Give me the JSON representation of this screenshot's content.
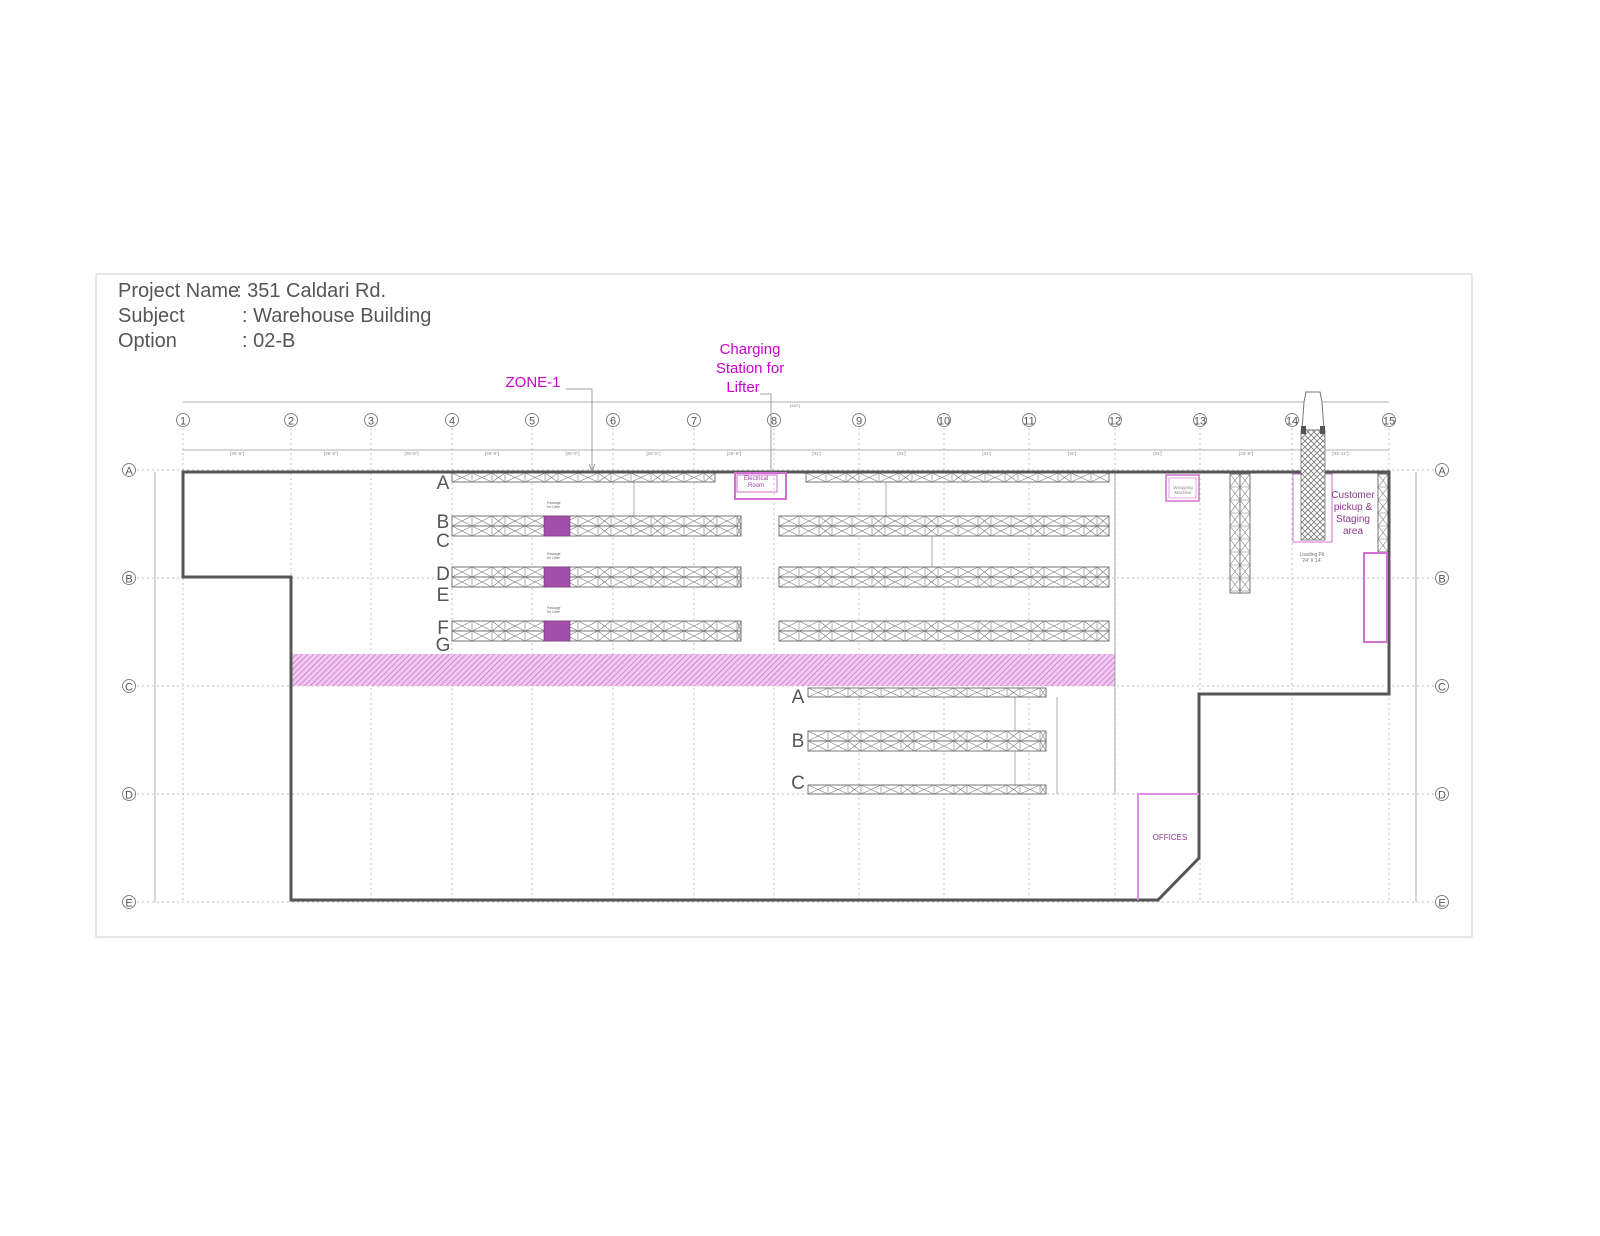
{
  "project": {
    "name_label": "Project Name",
    "name_value": ": 351 Caldari Rd.",
    "subject_label": "Subject",
    "subject_value": ": Warehouse Building",
    "option_label": "Option",
    "option_value": ": 02-B"
  },
  "annotations": {
    "zone": "ZONE-1",
    "charging_1": "Charging",
    "charging_2": "Station for",
    "charging_3": "Lifter",
    "electrical_1": "Electrical",
    "electrical_2": "Room",
    "wrapping_1": "Wrapping",
    "wrapping_2": "Machine",
    "customer_1": "Customer",
    "customer_2": "pickup &",
    "customer_3": "Staging",
    "customer_4": "area",
    "loading_1": "Loading Pit",
    "loading_2": "24' X 14'",
    "passage_1": "Passage",
    "passage_2": "for Lifter",
    "offices": "OFFICES"
  },
  "grid_columns": [
    "1",
    "2",
    "3",
    "4",
    "5",
    "6",
    "7",
    "8",
    "9",
    "10",
    "11",
    "12",
    "13",
    "14",
    "15"
  ],
  "grid_rows": [
    "A",
    "B",
    "C",
    "D",
    "E"
  ],
  "rack_rows_zone1": [
    "A",
    "B",
    "C",
    "D",
    "E",
    "F",
    "G"
  ],
  "rack_rows_lower": [
    "A",
    "B",
    "C"
  ],
  "column_dimensions": [
    "[35'-6\"]",
    "[26'-5\"]",
    "[26'-5\"]",
    "[26'-5\"]",
    "[26'-5\"]",
    "[26'-5\"]",
    "[26'-5\"]",
    "[31']",
    "[31']",
    "[31']",
    "[31']",
    "[31']",
    "[33'-5\"]",
    "[33'-11\"]"
  ],
  "overall_dimension": "[440']",
  "colors": {
    "wall": "#555555",
    "accent": "#cc00cc",
    "pink": "#e08ee0",
    "rack": "#666666"
  }
}
